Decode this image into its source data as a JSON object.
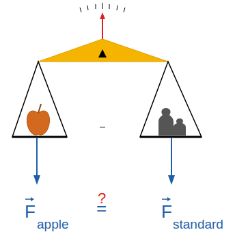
{
  "diagram": {
    "labels": [
      "F",
      "apple",
      "?",
      "=",
      "F",
      "standard"
    ]
  }
}
